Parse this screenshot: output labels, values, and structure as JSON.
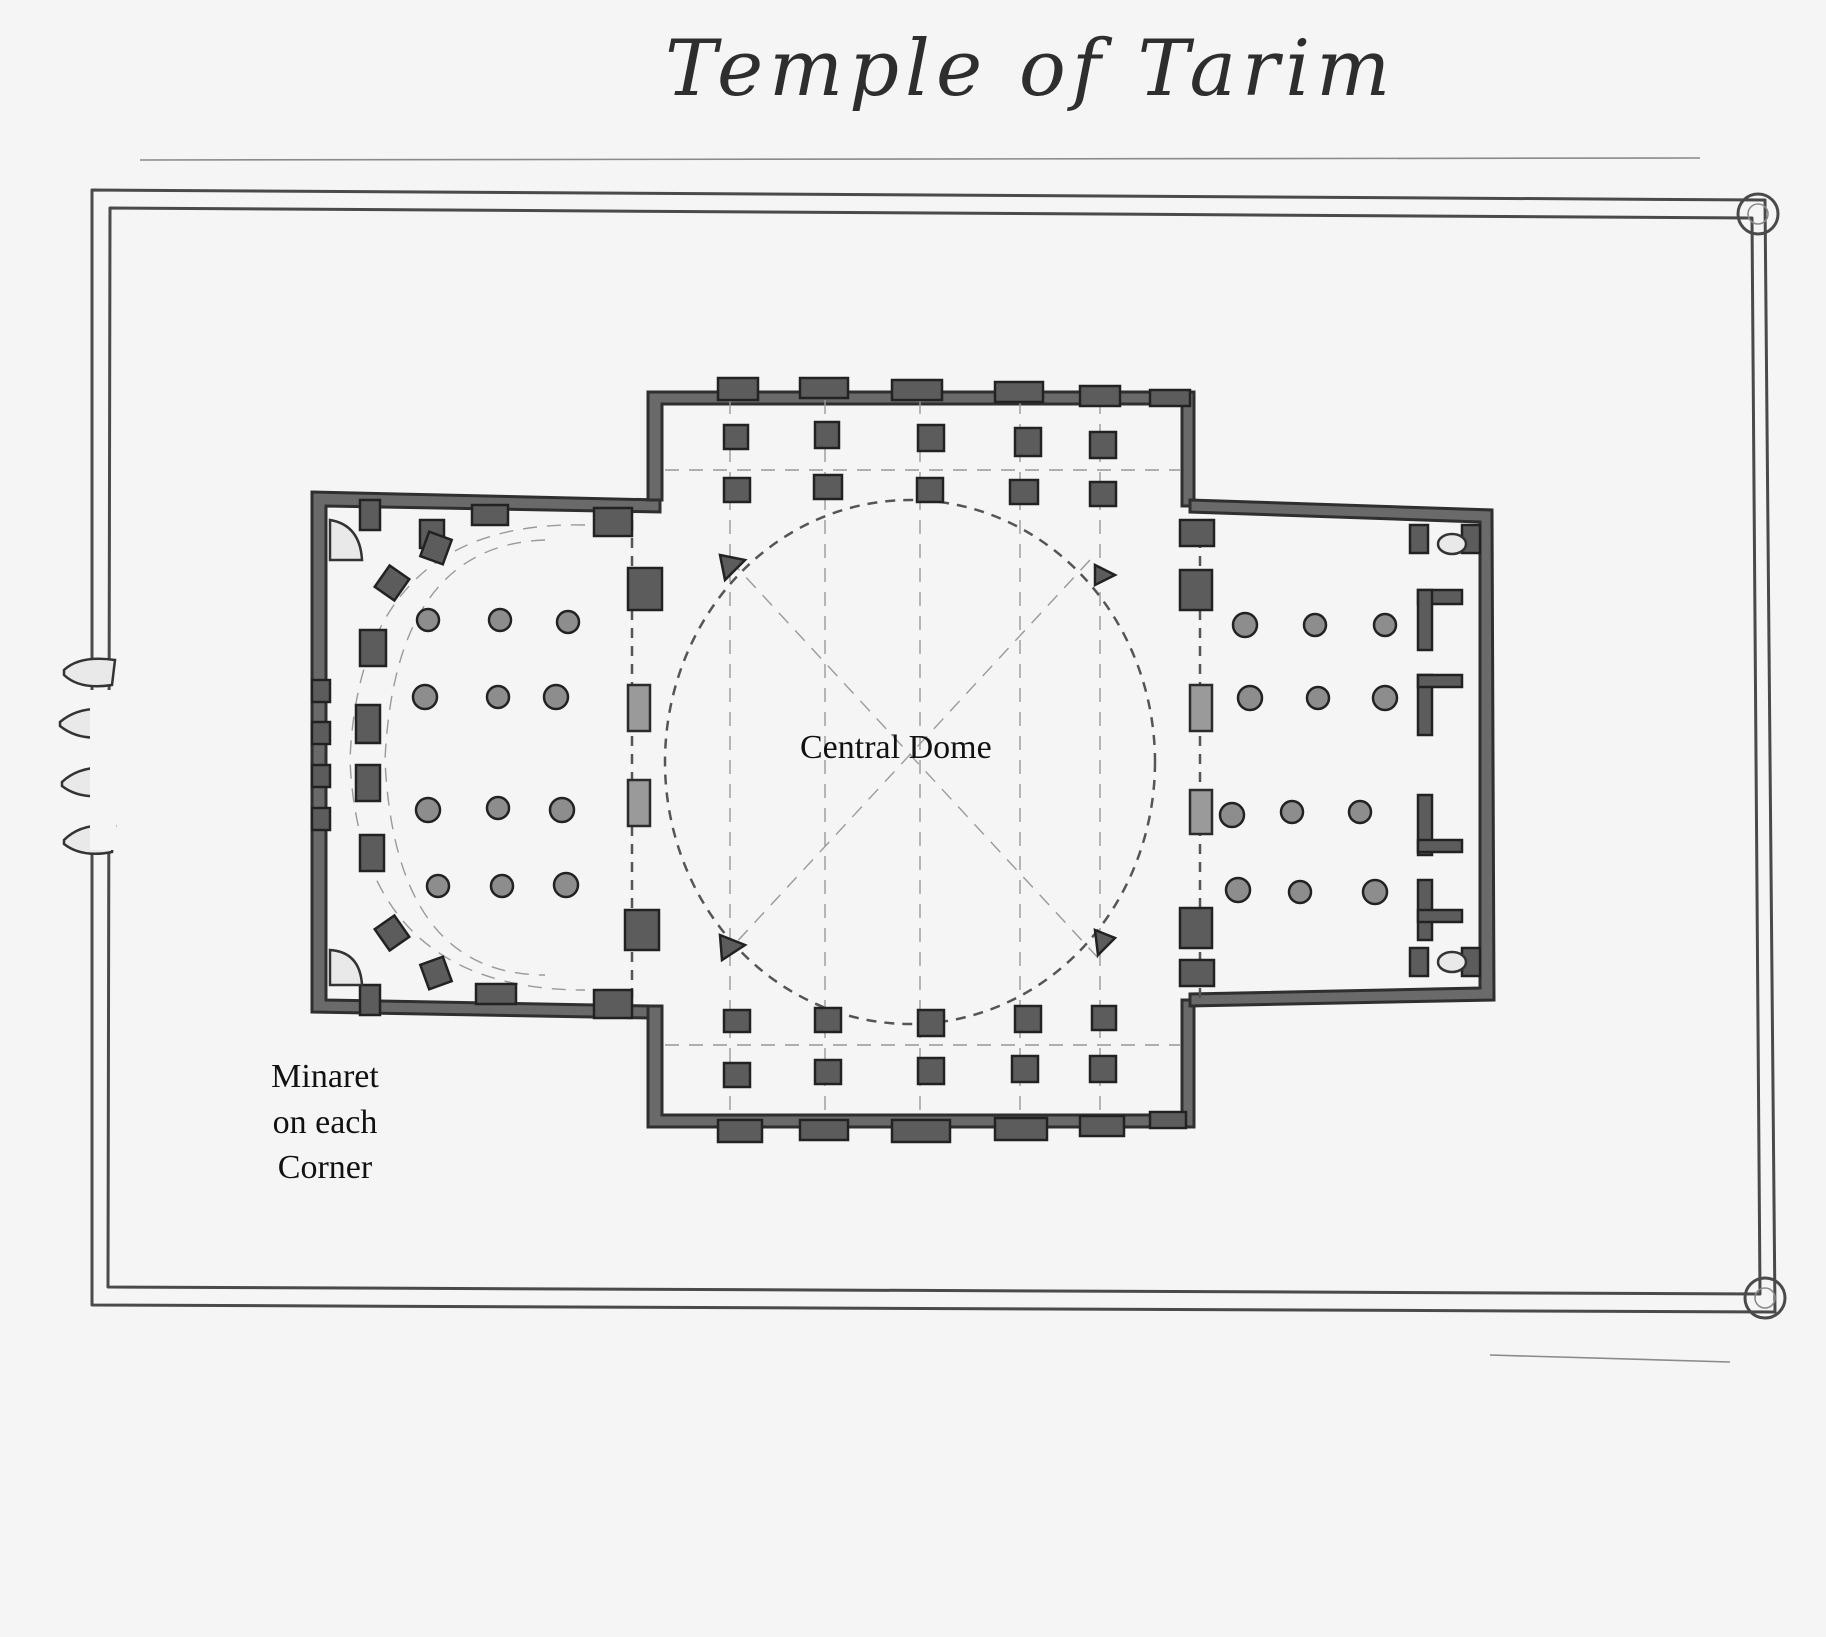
{
  "title": "Temple of Tarim",
  "labels": {
    "central_dome": "Central Dome",
    "minaret_note": [
      "Minaret",
      "on each",
      "Corner"
    ]
  },
  "colors": {
    "paper": "#f5f5f5",
    "pencil": "#4a4a4a",
    "label_ink": "#111111"
  }
}
